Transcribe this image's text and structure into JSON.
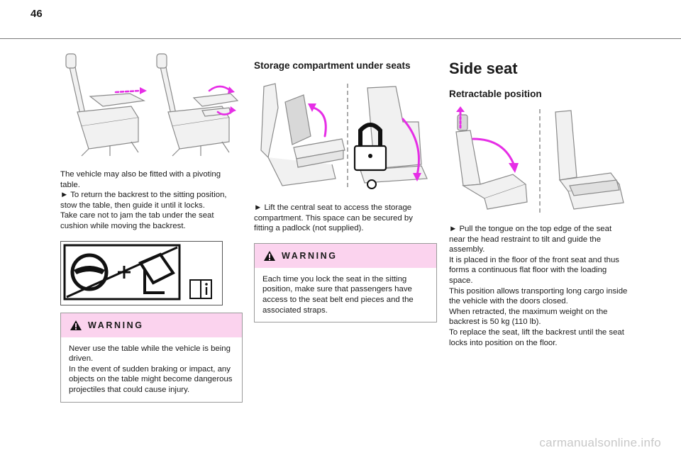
{
  "page": {
    "number": "46"
  },
  "col1": {
    "paragraphs": [
      "The vehicle may also be fitted with a pivoting table.",
      "► To return the backrest to the sitting position, stow the table, then guide it until it locks.",
      "Take care not to jam the tab under the seat cushion while moving the backrest."
    ],
    "warning": {
      "title": "WARNING",
      "paragraphs": [
        "Never use the table while the vehicle is being driven.",
        "In the event of sudden braking or impact, any objects on the table might become dangerous projectiles that could cause injury."
      ]
    }
  },
  "col2": {
    "heading": "Storage compartment under seats",
    "paragraphs": [
      "► Lift the central seat to access the storage compartment. This space can be secured by fitting a padlock (not supplied)."
    ],
    "warning": {
      "title": "WARNING",
      "paragraphs": [
        "Each time you lock the seat in the sitting position, make sure that passengers have access to the seat belt end pieces and the associated straps."
      ]
    }
  },
  "col3": {
    "heading": "Side seat",
    "subheading": "Retractable position",
    "paragraphs": [
      "► Pull the tongue on the top edge of the seat near the head restraint to tilt and guide the assembly.",
      "It is placed in the floor of the front seat and thus forms a continuous flat floor with the loading space.",
      "This position allows transporting long cargo inside the vehicle with the doors closed.",
      "When retracted, the maximum weight on the backrest is 50 kg (110 lb).",
      "To replace the seat, lift the backrest until the seat locks into position on the floor."
    ]
  },
  "icons": {
    "warning": "warning-triangle-icon",
    "manual": "manual-book-icon",
    "no-table-while-driving": "steering-wheel-table-prohibited-icon"
  },
  "colors": {
    "accent": "#e62ee6",
    "warning_band": "#fbd3ee"
  },
  "watermark": "carmanualsonline.info"
}
